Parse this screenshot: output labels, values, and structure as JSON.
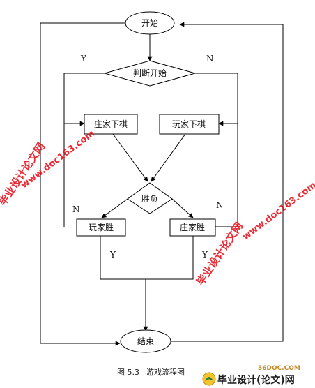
{
  "flowchart": {
    "start": "开始",
    "decision_start": "判断开始",
    "house_move": "庄家下棋",
    "player_move": "玩家下棋",
    "decision_win": "胜负",
    "player_win": "玩家胜",
    "house_win": "庄家胜",
    "end": "结束",
    "label_y_top": "Y",
    "label_n_top": "N",
    "label_n_left": "N",
    "label_n_right": "N",
    "label_y_left": "Y",
    "label_y_right": "Y"
  },
  "caption": {
    "number": "图 5.3",
    "title": "游戏流程图"
  },
  "watermarks": {
    "left_cn": "毕业设计论文网",
    "left_url": "www.doc163.com",
    "right_url": "www.doc163.com",
    "right_cn": "毕业设计论文网",
    "small_url": "56DOC.COM",
    "logo_text": "毕业设计(论文)网"
  },
  "colors": {
    "line": "#000000",
    "watermark": "#e8131f",
    "logo_accent": "#c28a2a"
  }
}
